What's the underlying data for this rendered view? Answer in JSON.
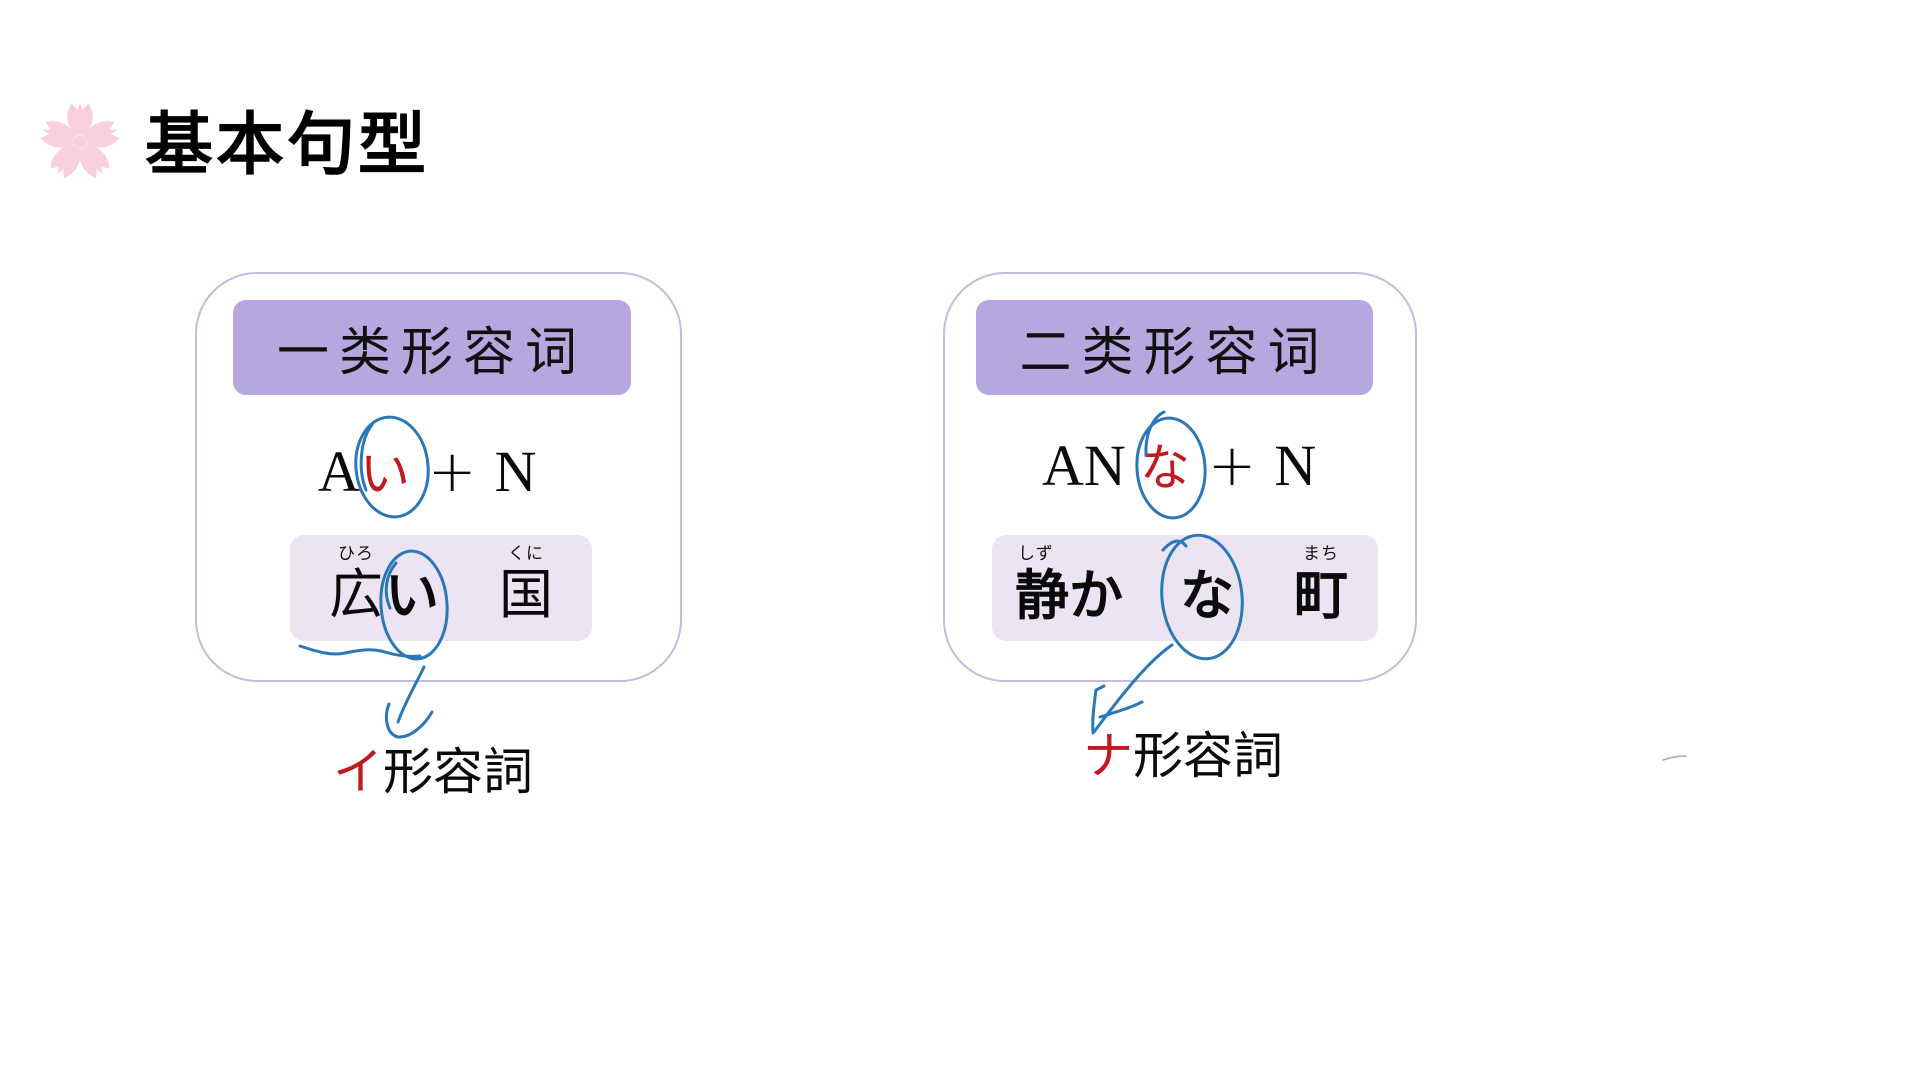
{
  "slide": {
    "title": "基本句型",
    "title_icon": "sakura-flower-icon"
  },
  "cards": [
    {
      "header": "一类形容词",
      "formula": {
        "prefix": "A",
        "particle": "い",
        "plus": "+",
        "noun": "N"
      },
      "example": {
        "words": [
          {
            "kanji": "広",
            "furigana": "ひろ"
          },
          {
            "kana": "い"
          },
          {
            "kanji": "国",
            "furigana": "くに"
          }
        ]
      },
      "label": {
        "marker": "イ",
        "text": "形容詞"
      }
    },
    {
      "header": "二类形容词",
      "formula": {
        "prefix": "AN",
        "particle": "な",
        "plus": "+",
        "noun": "N"
      },
      "example": {
        "words": [
          {
            "kanji": "静か",
            "furigana": "しず"
          },
          {
            "kana": "な"
          },
          {
            "kanji": "町",
            "furigana": "まち"
          }
        ]
      },
      "label": {
        "marker": "ナ",
        "text": "形容詞"
      }
    }
  ],
  "colors": {
    "header_bg": "#b6a7de",
    "card_border": "#c3bcdc",
    "example_bg": "#ece4f3",
    "accent_red": "#c01a1e",
    "annotation_blue": "#2a78b8",
    "sakura_pink": "#f8cfdb"
  }
}
